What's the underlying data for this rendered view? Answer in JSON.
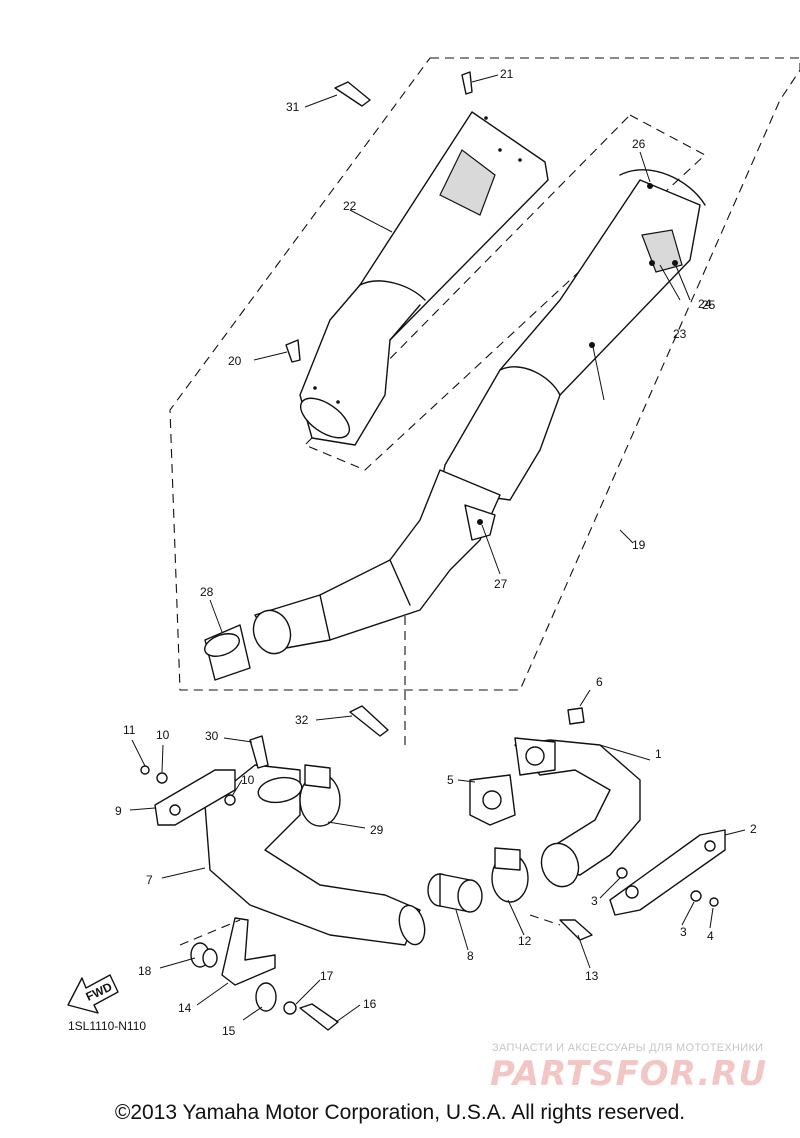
{
  "diagram": {
    "code": "1SL1110-N110",
    "fwd_label": "FWD",
    "callouts": [
      {
        "id": "c1",
        "label": "1"
      },
      {
        "id": "c2",
        "label": "2"
      },
      {
        "id": "c3a",
        "label": "3"
      },
      {
        "id": "c3b",
        "label": "3"
      },
      {
        "id": "c4",
        "label": "4"
      },
      {
        "id": "c5",
        "label": "5"
      },
      {
        "id": "c6",
        "label": "6"
      },
      {
        "id": "c7",
        "label": "7"
      },
      {
        "id": "c8",
        "label": "8"
      },
      {
        "id": "c9",
        "label": "9"
      },
      {
        "id": "c10a",
        "label": "10"
      },
      {
        "id": "c10b",
        "label": "10"
      },
      {
        "id": "c11",
        "label": "11"
      },
      {
        "id": "c12",
        "label": "12"
      },
      {
        "id": "c13",
        "label": "13"
      },
      {
        "id": "c14",
        "label": "14"
      },
      {
        "id": "c15",
        "label": "15"
      },
      {
        "id": "c16",
        "label": "16"
      },
      {
        "id": "c17",
        "label": "17"
      },
      {
        "id": "c18",
        "label": "18"
      },
      {
        "id": "c19",
        "label": "19"
      },
      {
        "id": "c20",
        "label": "20"
      },
      {
        "id": "c21",
        "label": "21"
      },
      {
        "id": "c22",
        "label": "22"
      },
      {
        "id": "c23",
        "label": "23"
      },
      {
        "id": "c24",
        "label": "24"
      },
      {
        "id": "c25",
        "label": "25"
      },
      {
        "id": "c26",
        "label": "26"
      },
      {
        "id": "c27",
        "label": "27"
      },
      {
        "id": "c28",
        "label": "28"
      },
      {
        "id": "c29",
        "label": "29"
      },
      {
        "id": "c30",
        "label": "30"
      },
      {
        "id": "c31",
        "label": "31"
      },
      {
        "id": "c32",
        "label": "32"
      }
    ]
  },
  "watermark": {
    "subtitle": "ЗАПЧАСТИ И АКСЕССУАРЫ ДЛЯ МОТОТЕХНИКИ",
    "brand": "PARTSFOR.RU"
  },
  "footer": {
    "copyright": "©2013 Yamaha Motor Corporation, U.S.A. All rights reserved."
  }
}
